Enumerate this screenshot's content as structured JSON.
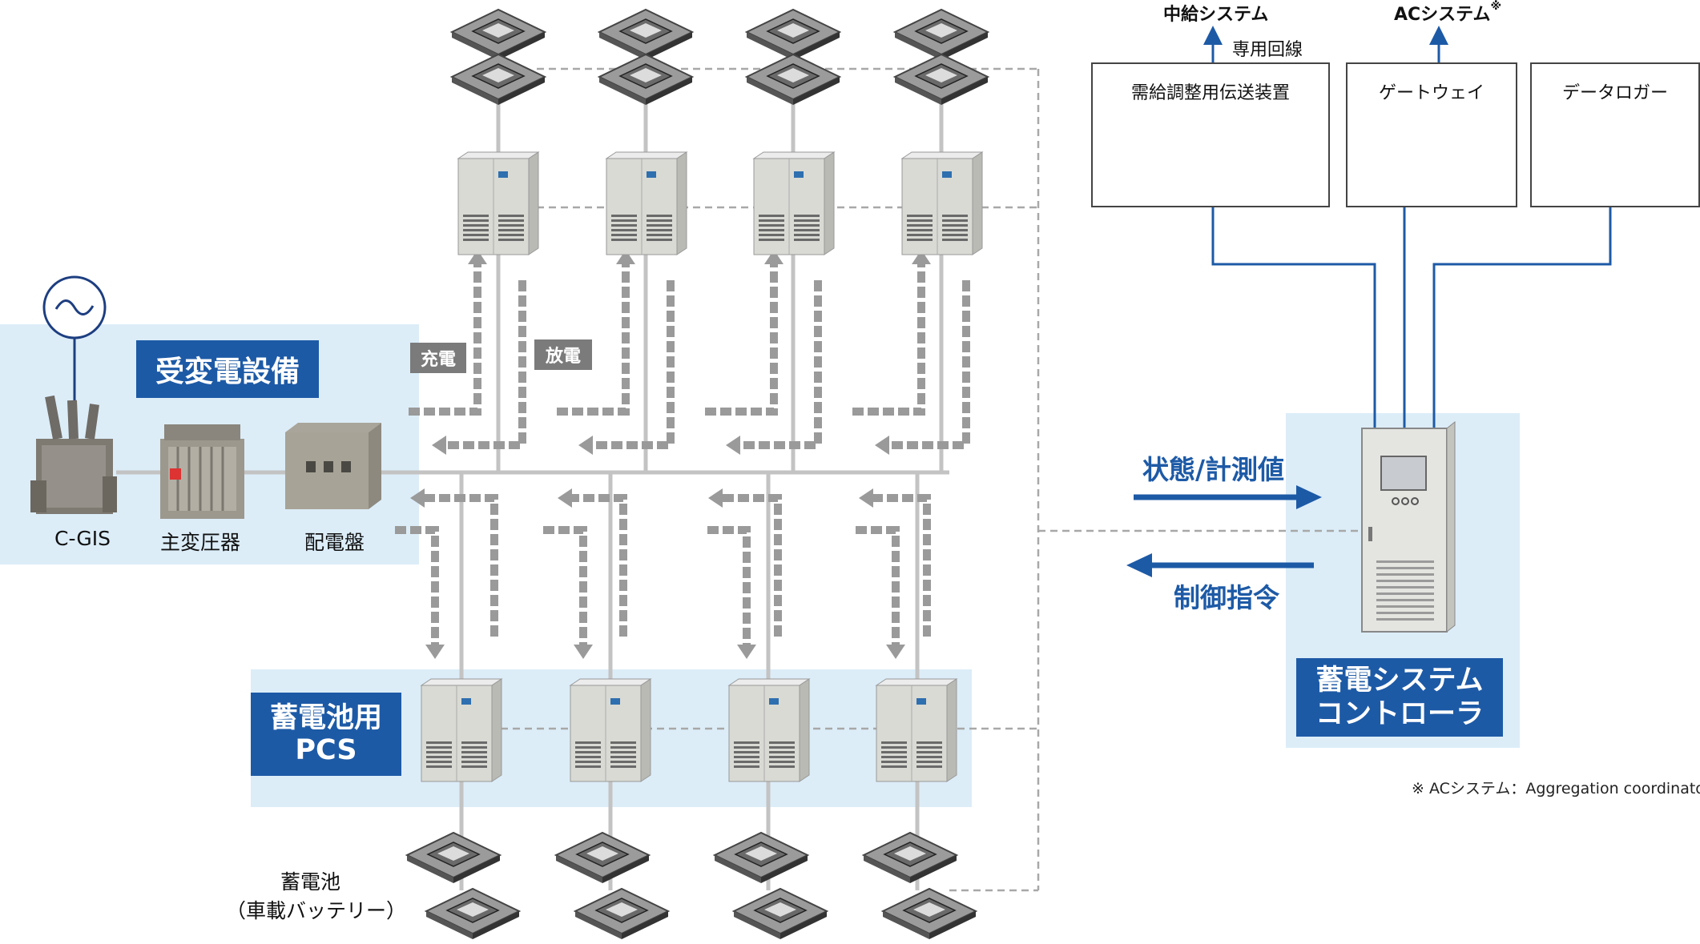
{
  "substation": {
    "title": "受変電設備",
    "cgis_label": "C-GIS",
    "transformer_label": "主変圧器",
    "switchboard_label": "配電盤"
  },
  "flow_labels": {
    "charge": "充電",
    "discharge": "放電"
  },
  "pcs": {
    "title_line1": "蓄電池用",
    "title_line2": "PCS"
  },
  "battery": {
    "label_line1": "蓄電池",
    "label_line2": "（車載バッテリー）"
  },
  "upper_systems": {
    "supply_system": "中給システム",
    "dedicated_line": "専用回線",
    "ac_system": "ACシステム",
    "ac_system_mark": "※"
  },
  "devices": {
    "transmission": "需給調整用伝送装置",
    "gateway": "ゲートウェイ",
    "datalogger": "データロガー"
  },
  "controller": {
    "title_line1": "蓄電システム",
    "title_line2": "コントローラ",
    "status_label": "状態/計測値",
    "command_label": "制御指令"
  },
  "footnote": "※ ACシステム：Aggregation coordinator",
  "colors": {
    "accent_blue": "#1d5aa6",
    "panel_light_blue": "#dcedf8",
    "flow_gray": "#9a9a9a",
    "line_gray": "#b8b8b8",
    "label_gray": "#7b7b7b"
  }
}
